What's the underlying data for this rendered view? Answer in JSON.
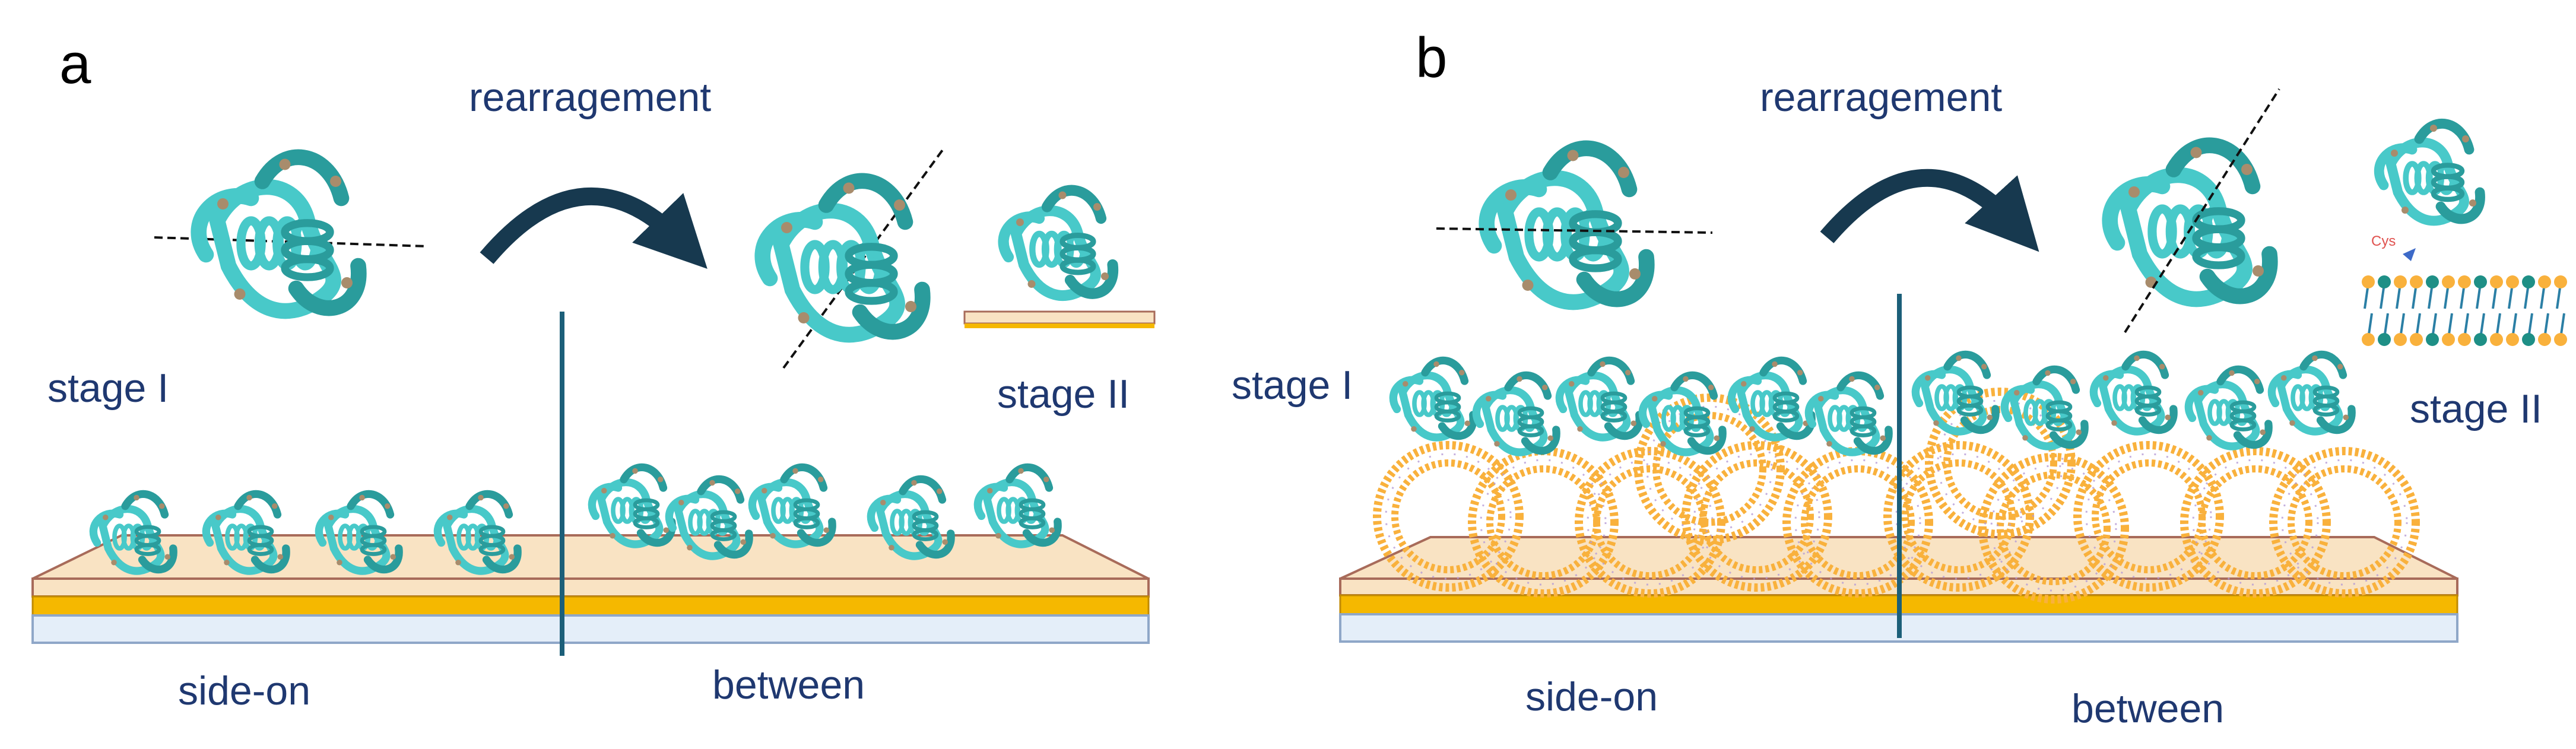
{
  "colors": {
    "label": "#1f3870",
    "protein": "#48c9c9",
    "protein_dark": "#2a9c9c",
    "arrow": "#17394f",
    "divider": "#1c5f79",
    "substrate_top": "#f9e3c3",
    "gold_layer": "#f5b800",
    "glass_layer": "#e4eef9",
    "lipid_head": "#f9b13c",
    "lipid_head_purple": "#b59bd6",
    "membrane_head_teal": "#1e8f86",
    "cys_label": "#e0524f"
  },
  "panels": [
    {
      "letter": "a",
      "rearrangement": "rearragement",
      "stage1": "stage I",
      "stage2": "stage II",
      "bottom_left": "side-on",
      "bottom_right": "between"
    },
    {
      "letter": "b",
      "rearrangement": "rearragement",
      "stage1": "stage I",
      "stage2": "stage II",
      "bottom_left": "side-on",
      "bottom_right": "between",
      "cys": "Cys"
    }
  ]
}
